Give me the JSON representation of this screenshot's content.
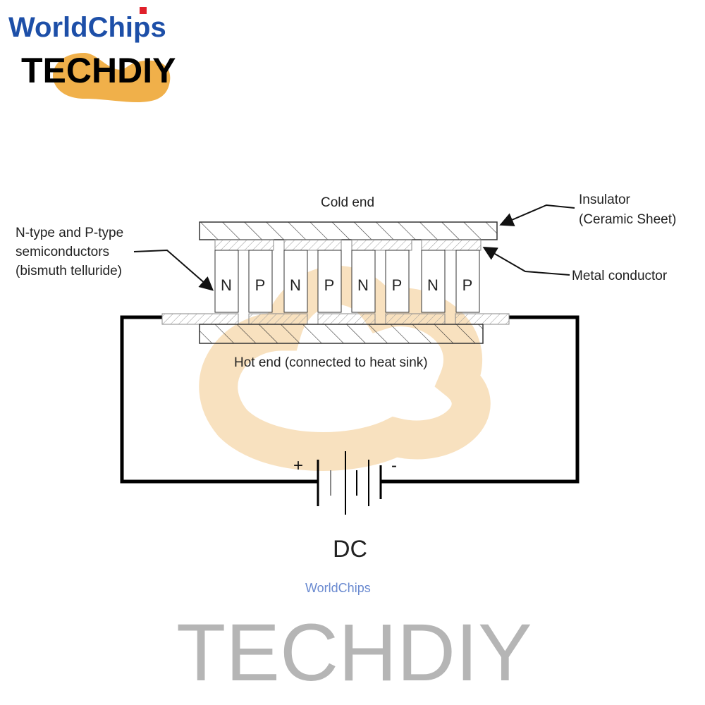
{
  "logo": {
    "brand": "WorldChips",
    "sub": "TECHDIY"
  },
  "watermark": {
    "text": "TECHDIY",
    "small": "WorldChips"
  },
  "labels": {
    "cold_end": "Cold end",
    "insulator_1": "Insulator",
    "insulator_2": "(Ceramic Sheet)",
    "semis_1": "N-type and P-type",
    "semis_2": "semiconductors",
    "semis_3": "(bismuth telluride)",
    "metal": "Metal conductor",
    "hot_end": "Hot end (connected to heat sink)",
    "plus": "+",
    "minus": "-",
    "dc": "DC"
  },
  "pellets": [
    "N",
    "P",
    "N",
    "P",
    "N",
    "P",
    "N",
    "P"
  ],
  "colors": {
    "logo_blue": "#1d4fa8",
    "logo_orange": "#f0b04a",
    "logo_red": "#e0202a",
    "watermark_grey": "#9a9a9a"
  }
}
